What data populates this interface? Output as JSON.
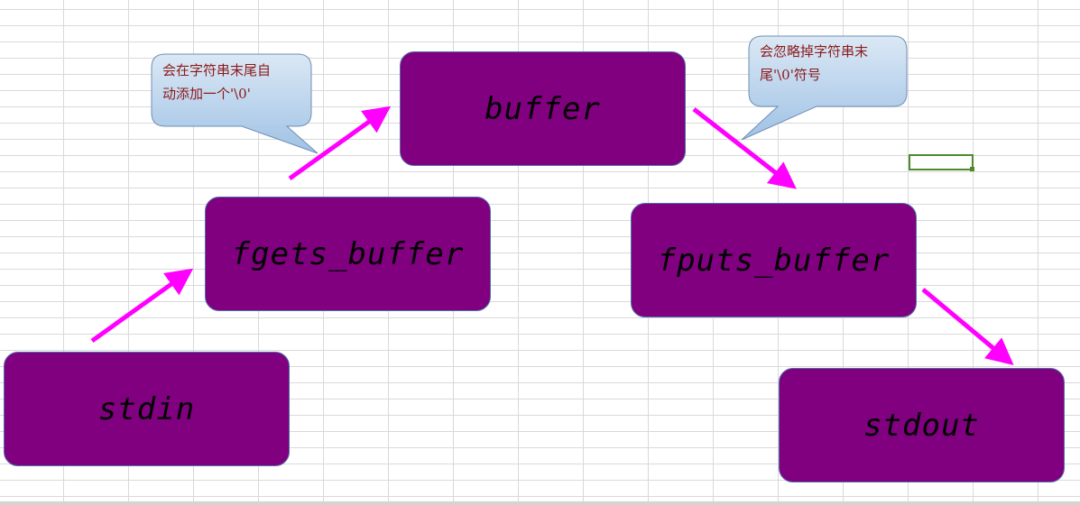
{
  "nodes": {
    "stdin": "stdin",
    "fgets_buffer": "fgets_buffer",
    "buffer": "buffer",
    "fputs_buffer": "fputs_buffer",
    "stdout": "stdout"
  },
  "callouts": {
    "left": {
      "line1": "会在字符串末尾自",
      "line2": "动添加一个'\\0'"
    },
    "right": {
      "line1": "会忽略掉字符串末",
      "line2": "尾'\\0'符号"
    }
  },
  "colors": {
    "node_fill": "#800080",
    "node_border": "#4f6fa8",
    "arrow": "#ff00ff",
    "callout_fill": "#a9c8e8",
    "callout_text": "#8b1a1a"
  }
}
